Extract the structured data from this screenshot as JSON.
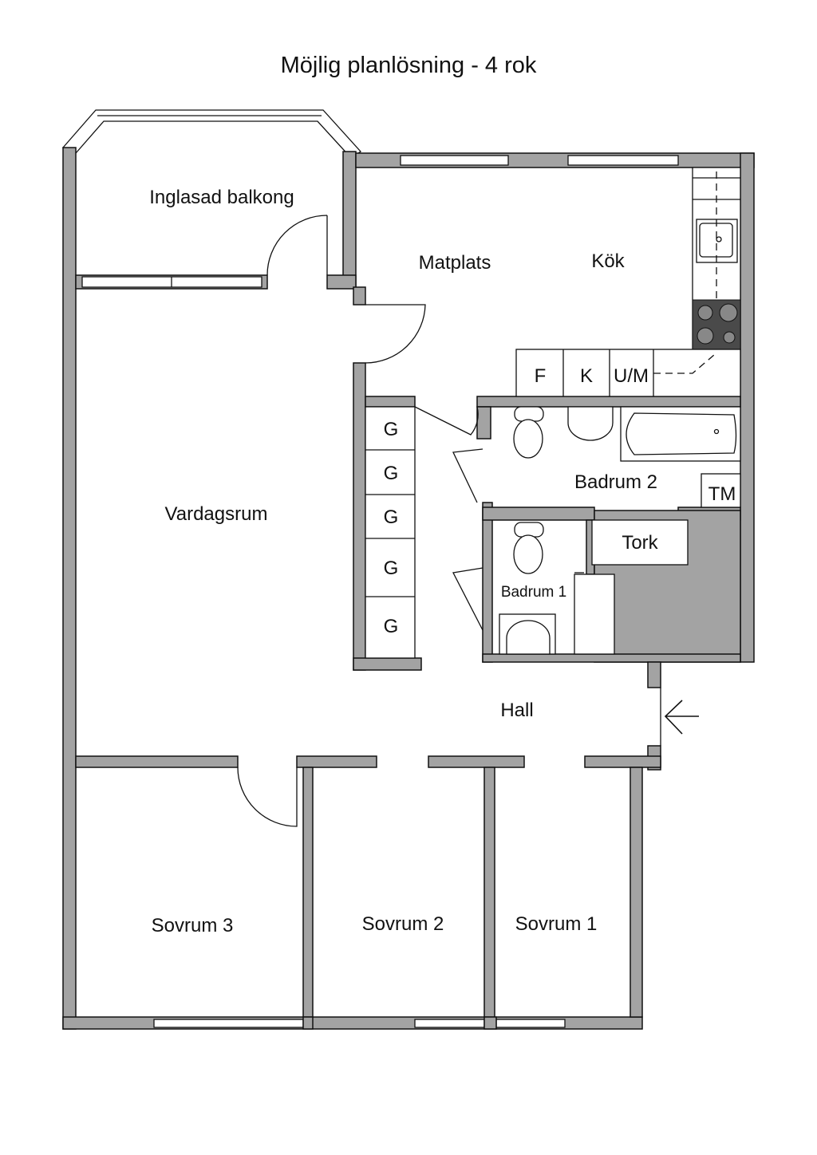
{
  "title": "Möjlig planlösning - 4 rok",
  "rooms": {
    "balcony": "Inglasad balkong",
    "dining": "Matplats",
    "kitchen": "Kök",
    "living": "Vardagsrum",
    "bath2": "Badrum 2",
    "bath1": "Badrum 1",
    "hall": "Hall",
    "bed3": "Sovrum 3",
    "bed2": "Sovrum 2",
    "bed1": "Sovrum 1"
  },
  "fixtures": {
    "fridge": "F",
    "freezer": "K",
    "microwave": "U/M",
    "washer": "TM",
    "dryer": "Tork",
    "wardrobes": [
      "G",
      "G",
      "G",
      "G",
      "G"
    ]
  },
  "colors": {
    "wall": "#a3a3a3",
    "stove": "#4a4a4a"
  }
}
